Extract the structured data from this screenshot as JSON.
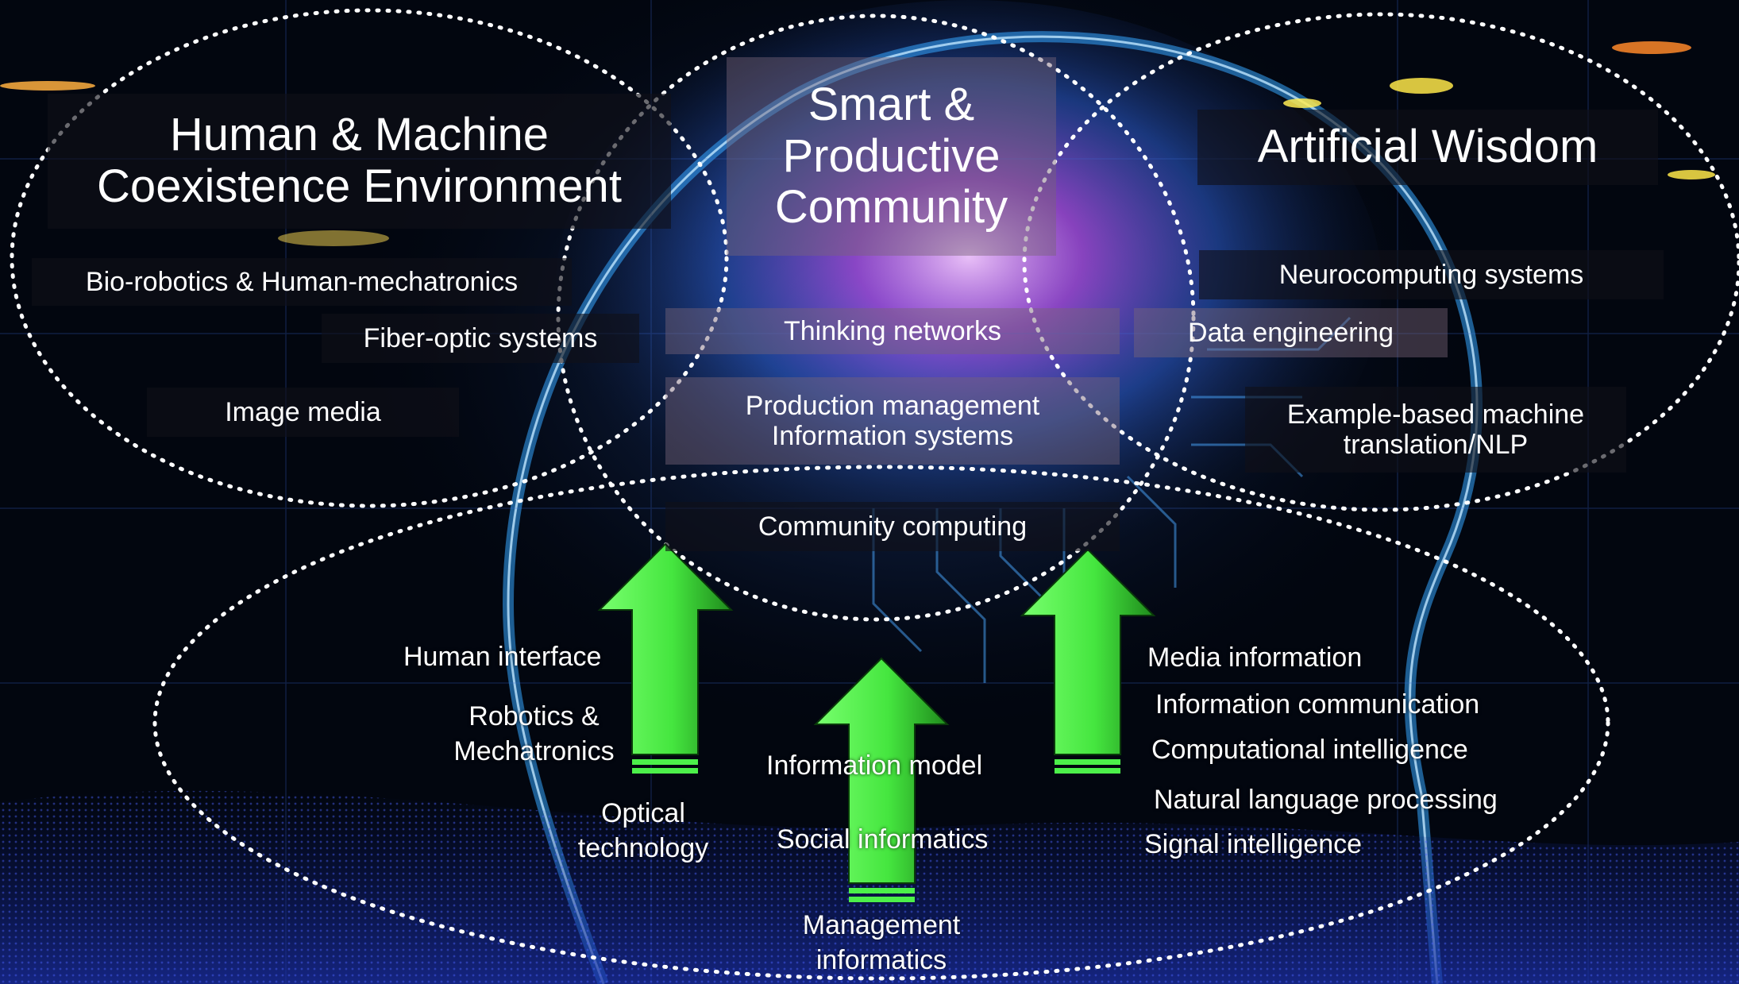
{
  "titles": {
    "human_machine": "Human & Machine\nCoexistence Environment",
    "smart_community": "Smart &\nProductive\nCommunity",
    "artificial_wisdom": "Artificial Wisdom"
  },
  "human_machine_items": [
    "Bio-robotics & Human-mechatronics",
    "Fiber-optic systems",
    "Image media"
  ],
  "community_items": [
    "Thinking networks",
    "Production management\nInformation systems",
    "Community computing"
  ],
  "wisdom_items": [
    "Neurocomputing systems",
    "Data engineering",
    "Example-based machine\ntranslation/NLP"
  ],
  "foundation_left": [
    "Human interface",
    "Robotics &\nMechatronics",
    "Optical\ntechnology"
  ],
  "foundation_center": [
    "Information model",
    "Social informatics",
    "Management\ninformatics"
  ],
  "foundation_right": [
    "Media information",
    "Information communication",
    "Computational intelligence",
    "Natural language processing",
    "Signal intelligence"
  ],
  "colors": {
    "arrow_fill": "#4cf04a",
    "arrow_dark": "#1f7a1c",
    "ellipse_stroke": "#ffffff",
    "glow_blue": "#2f8cff",
    "glow_magenta": "#d24cff"
  }
}
